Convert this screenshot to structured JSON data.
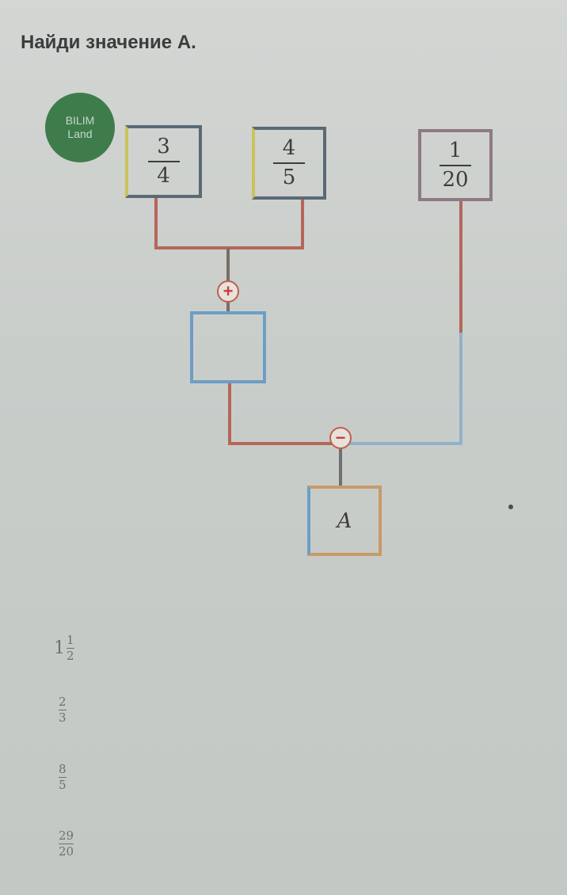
{
  "question": {
    "title": "Найди значение А."
  },
  "logo": {
    "line1": "BILIM",
    "line2": "Land"
  },
  "diagram": {
    "box1": {
      "numerator": "3",
      "denominator": "4"
    },
    "box2": {
      "numerator": "4",
      "denominator": "5"
    },
    "box3": {
      "numerator": "1",
      "denominator": "20"
    },
    "op1": "+",
    "op2": "−",
    "result": "A"
  },
  "options": [
    {
      "whole": "1",
      "numerator": "1",
      "denominator": "2"
    },
    {
      "numerator": "2",
      "denominator": "3"
    },
    {
      "numerator": "8",
      "denominator": "5"
    },
    {
      "numerator": "29",
      "denominator": "20"
    }
  ],
  "colors": {
    "logo": "#3f7c4c",
    "wire": "#b5665a",
    "box_blue": "#6d9ec4",
    "box_yellow": "#c9c35a",
    "operator": "#d23a3a"
  }
}
